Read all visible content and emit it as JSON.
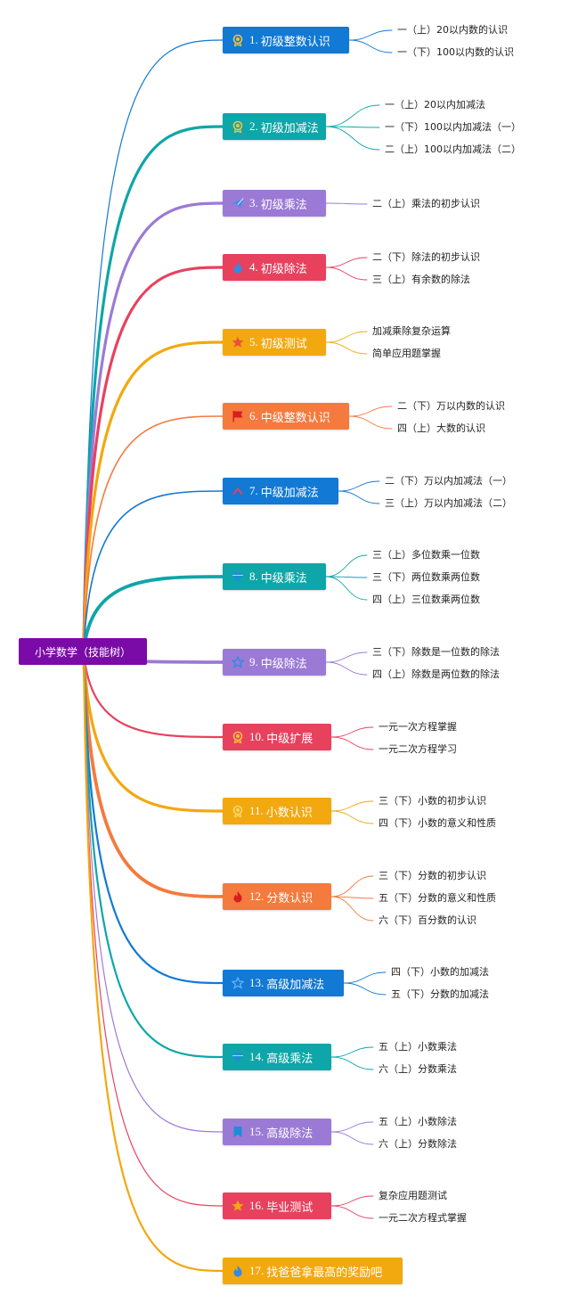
{
  "root": {
    "label": "小学数学（技能树）",
    "color": "#7a0ba6"
  },
  "skills": [
    {
      "num": "1.",
      "title": "初级整数认识",
      "color": "#1279d4",
      "icon": "award-icon",
      "icon_color": "#f0c33c",
      "leaves": [
        "一（上）20以内数的认识",
        "一（下）100以内数的认识"
      ]
    },
    {
      "num": "2.",
      "title": "初级加减法",
      "color": "#0ea6a8",
      "icon": "award-icon",
      "icon_color": "#f0c33c",
      "leaves": [
        "一（上）20以内加减法",
        "一（下）100以内加减法（一）",
        "二（上）100以内加减法（二）"
      ]
    },
    {
      "num": "3.",
      "title": "初级乘法",
      "color": "#9b7ad6",
      "icon": "paper-plane-icon",
      "icon_color": "#3f8ee8",
      "leaves": [
        "二（上）乘法的初步认识"
      ]
    },
    {
      "num": "4.",
      "title": "初级除法",
      "color": "#e8415e",
      "icon": "flame-icon",
      "icon_color": "#2f8be6",
      "leaves": [
        "二（下）除法的初步认识",
        "三（上）有余数的除法"
      ]
    },
    {
      "num": "5.",
      "title": "初级测试",
      "color": "#f2a80f",
      "icon": "star-icon",
      "icon_color": "#e8533a",
      "leaves": [
        "加减乘除复杂运算",
        "简单应用题掌握"
      ]
    },
    {
      "num": "6.",
      "title": "中级整数认识",
      "color": "#f57a3d",
      "icon": "flag-icon",
      "icon_color": "#d81e1e",
      "leaves": [
        "二（下）万以内数的认识",
        "四（上）大数的认识"
      ]
    },
    {
      "num": "7.",
      "title": "中级加减法",
      "color": "#1279d4",
      "icon": "chevron-up-icon",
      "icon_color": "#e8415e",
      "leaves": [
        "二（下）万以内加减法（一）",
        "三（上）万以内加减法（二）"
      ]
    },
    {
      "num": "8.",
      "title": "中级乘法",
      "color": "#0ea6a8",
      "icon": "diamond-icon",
      "icon_color": "#1d8fd6",
      "leaves": [
        "三（上）多位数乘一位数",
        "三（下）两位数乘两位数",
        "四（上）三位数乘两位数"
      ]
    },
    {
      "num": "9.",
      "title": "中级除法",
      "color": "#9b7ad6",
      "icon": "star-outline-icon",
      "icon_color": "#2f8be6",
      "leaves": [
        "三（下）除数是一位数的除法",
        "四（上）除数是两位数的除法"
      ]
    },
    {
      "num": "10.",
      "title": "中级扩展",
      "color": "#e8415e",
      "icon": "award-icon",
      "icon_color": "#f0c33c",
      "leaves": [
        "一元一次方程掌握",
        "一元二次方程学习"
      ]
    },
    {
      "num": "11.",
      "title": "小数认识",
      "color": "#f2a80f",
      "icon": "award-icon",
      "icon_color": "#f6d86a",
      "leaves": [
        "三（下）小数的初步认识",
        "四（下）小数的意义和性质"
      ]
    },
    {
      "num": "12.",
      "title": "分数认识",
      "color": "#f57a3d",
      "icon": "flame-icon",
      "icon_color": "#d81e1e",
      "leaves": [
        "三（下）分数的初步认识",
        "五（下）分数的意义和性质",
        "六（下）百分数的认识"
      ]
    },
    {
      "num": "13.",
      "title": "高级加减法",
      "color": "#1279d4",
      "icon": "star-outline-icon",
      "icon_color": "#58b3f0",
      "leaves": [
        "四（下）小数的加减法",
        "五（下）分数的加减法"
      ]
    },
    {
      "num": "14.",
      "title": "高级乘法",
      "color": "#0ea6a8",
      "icon": "diamond-icon",
      "icon_color": "#1d8fd6",
      "leaves": [
        "五（上）小数乘法",
        "六（上）分数乘法"
      ]
    },
    {
      "num": "15.",
      "title": "高级除法",
      "color": "#9b7ad6",
      "icon": "bookmark-icon",
      "icon_color": "#1d8fd6",
      "leaves": [
        "五（上）小数除法",
        "六（上）分数除法"
      ]
    },
    {
      "num": "16.",
      "title": "毕业测试",
      "color": "#e8415e",
      "icon": "star-icon",
      "icon_color": "#f2a80f",
      "leaves": [
        "复杂应用题测试",
        "一元二次方程式掌握"
      ]
    },
    {
      "num": "17.",
      "title": "找爸爸拿最高的奖励吧",
      "color": "#f2a80f",
      "icon": "flame-icon",
      "icon_color": "#2f8be6",
      "leaves": []
    }
  ]
}
